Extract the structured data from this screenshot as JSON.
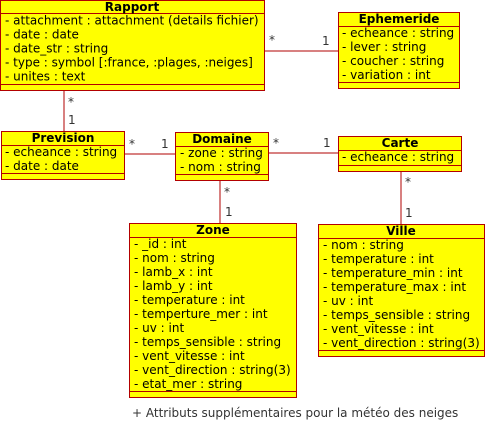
{
  "classes": {
    "rapport": {
      "name": "Rapport",
      "attributes": [
        "- attachment : attachment (details fichier)",
        "- date : date",
        "- date_str : string",
        "- type : symbol [:france, :plages, :neiges]",
        "- unites : text"
      ]
    },
    "ephemeride": {
      "name": "Ephemeride",
      "attributes": [
        "- echeance : string",
        "- lever : string",
        "- coucher : string",
        "- variation : int"
      ]
    },
    "prevision": {
      "name": "Prevision",
      "attributes": [
        "- echeance : string",
        "- date : date"
      ]
    },
    "domaine": {
      "name": "Domaine",
      "attributes": [
        "- zone : string",
        "- nom : string"
      ]
    },
    "carte": {
      "name": "Carte",
      "attributes": [
        "- echeance : string"
      ]
    },
    "zone": {
      "name": "Zone",
      "attributes": [
        "- _id : int",
        "- nom : string",
        "- lamb_x : int",
        "- lamb_y : int",
        "- temperature : int",
        "- temperture_mer : int",
        "- uv : int",
        "- temps_sensible : string",
        "- vent_vitesse : int",
        "- vent_direction : string(3)",
        "- etat_mer : string"
      ]
    },
    "ville": {
      "name": "Ville",
      "attributes": [
        "- nom : string",
        "- temperature : int",
        "- temperature_min : int",
        "- temperature_max : int",
        "- uv : int",
        "- temps_sensible : string",
        "- vent_vitesse : int",
        "- vent_direction : string(3)"
      ]
    }
  },
  "associations": {
    "rapport_ephemeride": {
      "from_mult": "*",
      "to_mult": "1"
    },
    "rapport_prevision": {
      "from_mult": "*",
      "to_mult": "1"
    },
    "prevision_domaine": {
      "from_mult": "*",
      "to_mult": "1"
    },
    "domaine_carte": {
      "from_mult": "*",
      "to_mult": "1"
    },
    "domaine_zone": {
      "from_mult": "*",
      "to_mult": "1"
    },
    "carte_ville": {
      "from_mult": "*",
      "to_mult": "1"
    }
  },
  "footnote": "+ Attributs supplémentaires pour la météo des neiges",
  "colors": {
    "class_fill": "#ffff00",
    "class_border": "#b20000"
  }
}
